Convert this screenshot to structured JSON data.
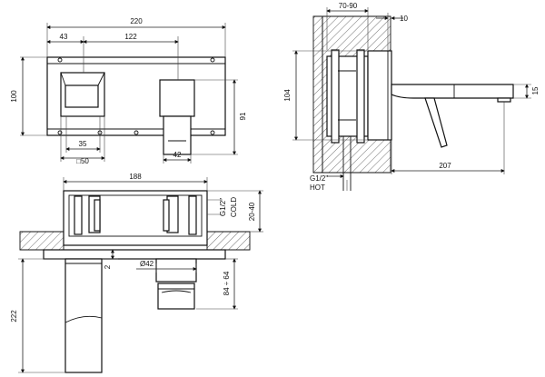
{
  "front_view": {
    "width_total": "220",
    "width_left": "43",
    "width_center": "122",
    "height_plate": "100",
    "handle_height": "91",
    "bottom_left": "35",
    "bottom_right": "42",
    "square_size": "□50"
  },
  "side_view": {
    "depth_range": "70-90",
    "plate_thickness": "10",
    "body_height": "104",
    "spout_height": "15",
    "spout_reach": "207",
    "inlet_hot": "G1/2\"",
    "inlet_hot_label": "HOT"
  },
  "bottom_view": {
    "body_width": "188",
    "inlet_cold": "G1/2\"",
    "inlet_cold_label": "COLD",
    "wall_depth": "20-40",
    "gap": "2",
    "diameter": "Ø42",
    "spout_length": "222",
    "handle_range": "84 ÷ 64"
  }
}
